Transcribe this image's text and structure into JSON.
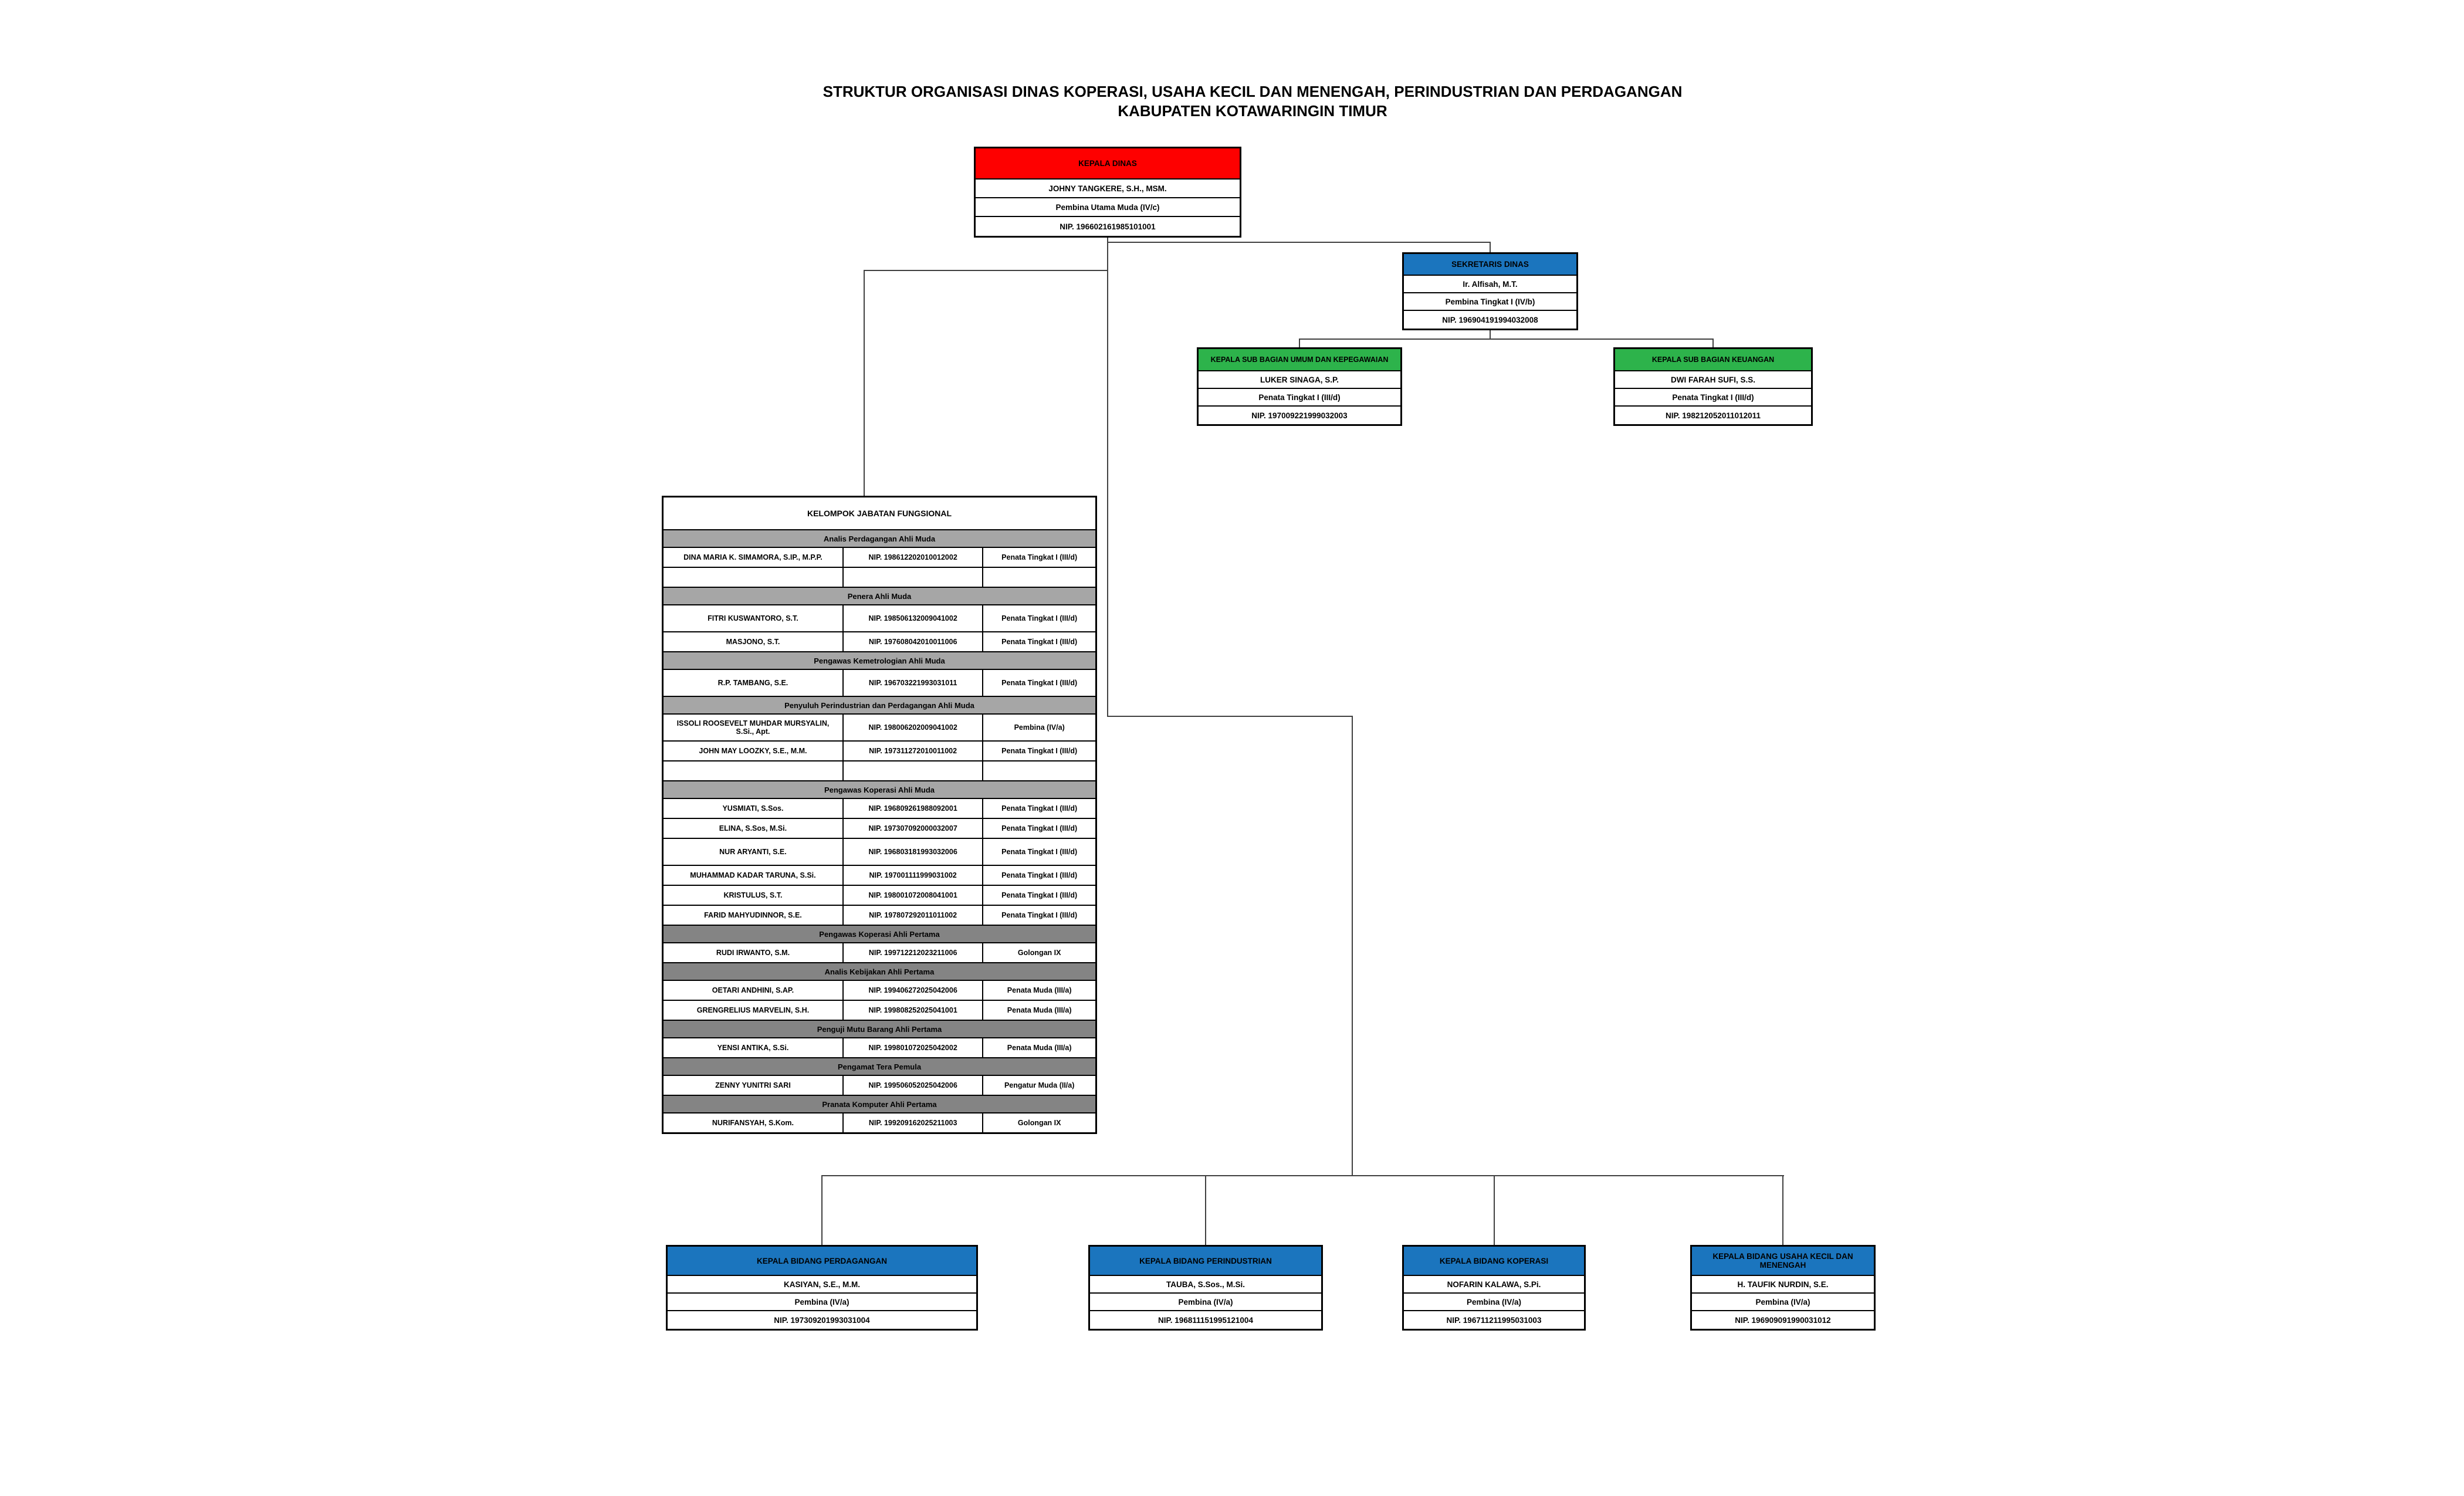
{
  "title": {
    "line1": "STRUKTUR ORGANISASI DINAS KOPERASI, USAHA KECIL DAN MENENGAH, PERINDUSTRIAN DAN PERDAGANGAN",
    "line2": "KABUPATEN KOTAWARINGIN TIMUR"
  },
  "colors": {
    "header_red": "#FE0000",
    "header_blue": "#1B75BE",
    "header_green": "#2DB34B",
    "section_gray": "#A6A6A6",
    "section_gray_dark": "#848484",
    "line": "#404040"
  },
  "boxes": {
    "kepala_dinas": {
      "title": "KEPALA DINAS",
      "name": "JOHNY TANGKERE, S.H., MSM.",
      "rank": "Pembina Utama Muda (IV/c)",
      "nip": "NIP. 196602161985101001"
    },
    "sekretaris": {
      "title": "SEKRETARIS DINAS",
      "name": "Ir. Alfisah, M.T.",
      "rank": "Pembina Tingkat I (IV/b)",
      "nip": "NIP. 196904191994032008"
    },
    "subbag_umum": {
      "title": "KEPALA SUB BAGIAN UMUM DAN KEPEGAWAIAN",
      "name": "LUKER SINAGA, S.P.",
      "rank": "Penata Tingkat I (III/d)",
      "nip": "NIP. 197009221999032003"
    },
    "subbag_keuangan": {
      "title": "KEPALA SUB BAGIAN KEUANGAN",
      "name": "DWI FARAH SUFI, S.S.",
      "rank": "Penata Tingkat I (III/d)",
      "nip": "NIP. 198212052011012011"
    },
    "bidang_perdagangan": {
      "title": "KEPALA BIDANG PERDAGANGAN",
      "name": "KASIYAN, S.E., M.M.",
      "rank": "Pembina (IV/a)",
      "nip": "NIP. 197309201993031004"
    },
    "bidang_perindustrian": {
      "title": "KEPALA BIDANG PERINDUSTRIAN",
      "name": "TAUBA, S.Sos., M.Si.",
      "rank": "Pembina (IV/a)",
      "nip": "NIP. 196811151995121004"
    },
    "bidang_koperasi": {
      "title": "KEPALA BIDANG KOPERASI",
      "name": "NOFARIN KALAWA, S.Pi.",
      "rank": "Pembina (IV/a)",
      "nip": "NIP. 196711211995031003"
    },
    "bidang_ukm": {
      "title": "KEPALA BIDANG USAHA KECIL DAN MENENGAH",
      "name": "H. TAUFIK NURDIN, S.E.",
      "rank": "Pembina (IV/a)",
      "nip": "NIP. 196909091990031012"
    }
  },
  "fungsional": {
    "title": "KELOMPOK JABATAN FUNGSIONAL",
    "sections": [
      {
        "header": "Analis Perdagangan Ahli Muda",
        "shade": "light",
        "rows": [
          {
            "name": "DINA MARIA K. SIMAMORA, S.IP., M.P.P.",
            "nip": "NIP. 198612202010012002",
            "rank": "Penata Tingkat I (III/d)"
          },
          {
            "name": "",
            "nip": "",
            "rank": ""
          }
        ]
      },
      {
        "header": "Penera Ahli Muda",
        "shade": "light",
        "rows": [
          {
            "name": "FITRI KUSWANTORO, S.T.",
            "nip": "NIP. 198506132009041002",
            "rank": "Penata Tingkat I (III/d)",
            "tall": true
          },
          {
            "name": "MASJONO, S.T.",
            "nip": "NIP. 197608042010011006",
            "rank": "Penata Tingkat I (III/d)"
          }
        ]
      },
      {
        "header": "Pengawas Kemetrologian Ahli Muda",
        "shade": "light",
        "rows": [
          {
            "name": "R.P. TAMBANG, S.E.",
            "nip": "NIP. 196703221993031011",
            "rank": "Penata Tingkat I (III/d)",
            "tall": true
          }
        ]
      },
      {
        "header": "Penyuluh Perindustrian dan Perdagangan Ahli Muda",
        "shade": "light",
        "rows": [
          {
            "name": "ISSOLI ROOSEVELT MUHDAR MURSYALIN, S.Si., Apt.",
            "nip": "NIP. 198006202009041002",
            "rank": "Pembina (IV/a)",
            "tall": true
          },
          {
            "name": "JOHN MAY LOOZKY, S.E., M.M.",
            "nip": "NIP. 197311272010011002",
            "rank": "Penata Tingkat I (III/d)"
          },
          {
            "name": "",
            "nip": "",
            "rank": ""
          }
        ]
      },
      {
        "header": "Pengawas Koperasi Ahli Muda",
        "shade": "light",
        "rows": [
          {
            "name": "YUSMIATI, S.Sos.",
            "nip": "NIP. 196809261988092001",
            "rank": "Penata Tingkat I (III/d)"
          },
          {
            "name": "ELINA, S.Sos, M.Si.",
            "nip": "NIP. 197307092000032007",
            "rank": "Penata Tingkat I (III/d)"
          },
          {
            "name": "NUR ARYANTI, S.E.",
            "nip": "NIP. 196803181993032006",
            "rank": "Penata Tingkat I (III/d)",
            "tall": true
          },
          {
            "name": "MUHAMMAD KADAR TARUNA, S.Si.",
            "nip": "NIP. 197001111999031002",
            "rank": "Penata Tingkat I (III/d)"
          },
          {
            "name": "KRISTULUS, S.T.",
            "nip": "NIP. 198001072008041001",
            "rank": "Penata Tingkat I (III/d)"
          },
          {
            "name": "FARID MAHYUDINNOR, S.E.",
            "nip": "NIP. 197807292011011002",
            "rank": "Penata Tingkat I (III/d)"
          }
        ]
      },
      {
        "header": "Pengawas Koperasi Ahli Pertama",
        "shade": "dark",
        "rows": [
          {
            "name": "RUDI IRWANTO, S.M.",
            "nip": "NIP. 199712212023211006",
            "rank": "Golongan IX"
          }
        ]
      },
      {
        "header": "Analis Kebijakan Ahli Pertama",
        "shade": "dark",
        "rows": [
          {
            "name": "OETARI ANDHINI, S.AP.",
            "nip": "NIP. 199406272025042006",
            "rank": "Penata Muda (III/a)"
          },
          {
            "name": "GRENGRELIUS MARVELIN, S.H.",
            "nip": "NIP. 199808252025041001",
            "rank": "Penata Muda (III/a)"
          }
        ]
      },
      {
        "header": "Penguji Mutu Barang Ahli Pertama",
        "shade": "dark",
        "rows": [
          {
            "name": "YENSI ANTIKA, S.Si.",
            "nip": "NIP. 199801072025042002",
            "rank": "Penata Muda (III/a)"
          }
        ]
      },
      {
        "header": "Pengamat Tera Pemula",
        "shade": "dark",
        "rows": [
          {
            "name": "ZENNY YUNITRI SARI",
            "nip": "NIP. 199506052025042006",
            "rank": "Pengatur Muda (II/a)"
          }
        ]
      },
      {
        "header": "Pranata Komputer Ahli Pertama",
        "shade": "dark",
        "rows": [
          {
            "name": "NURIFANSYAH, S.Kom.",
            "nip": "NIP. 199209162025211003",
            "rank": "Golongan IX"
          }
        ]
      }
    ]
  }
}
